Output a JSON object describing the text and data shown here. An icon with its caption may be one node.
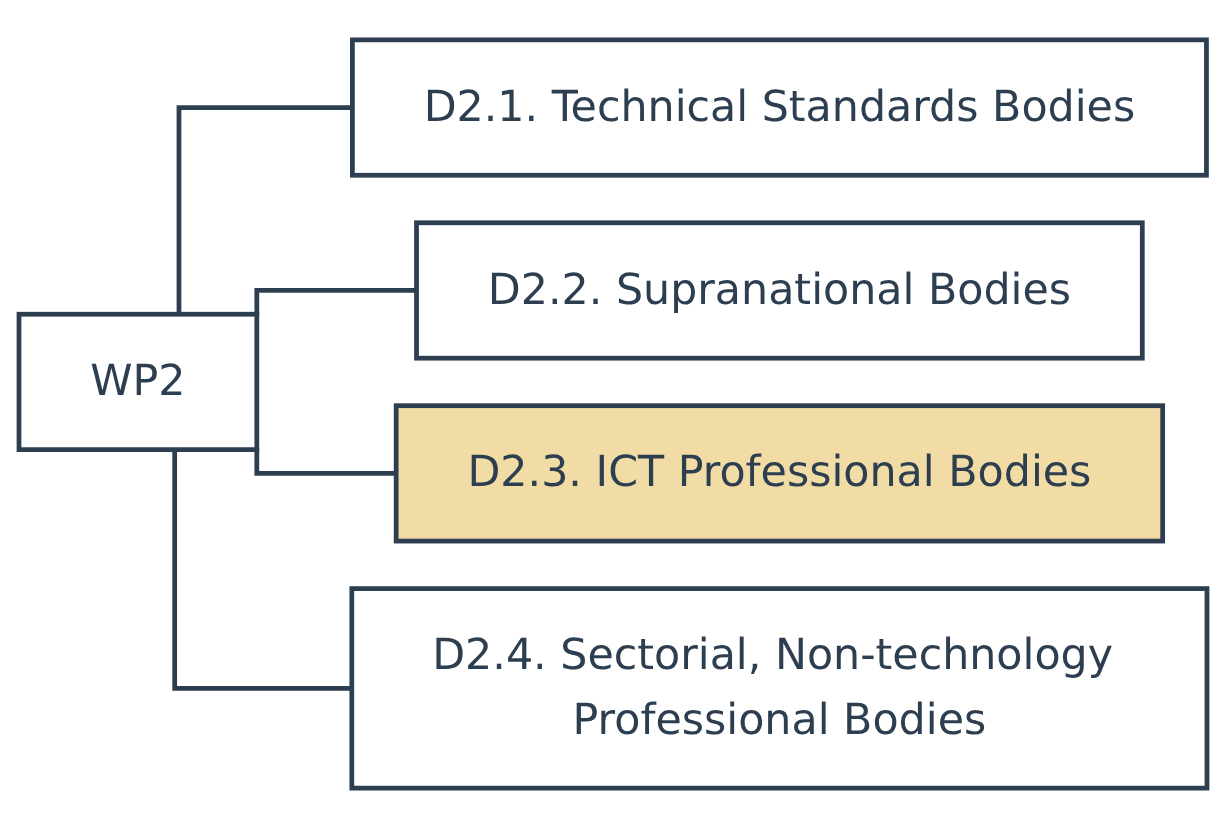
{
  "diagram": {
    "nodes": [
      {
        "text": [
          "WP2"
        ]
      },
      {
        "text": [
          "D2.1. Technical Standards Bodies"
        ]
      },
      {
        "text": [
          "D2.2. Supranational Bodies"
        ]
      },
      {
        "text": [
          "D2.3. ICT Professional Bodies"
        ]
      },
      {
        "text": [
          "D2.4. Sectorial, Non-technology Professional Bodies"
        ]
      }
    ],
    "edges": [
      {
        "from": 0,
        "to": 1,
        "arrow": "none"
      },
      {
        "from": 0,
        "to": 2,
        "arrow": "none"
      },
      {
        "from": 0,
        "to": 3,
        "arrow": "none"
      },
      {
        "from": 0,
        "to": 4,
        "arrow": "none"
      }
    ]
  }
}
